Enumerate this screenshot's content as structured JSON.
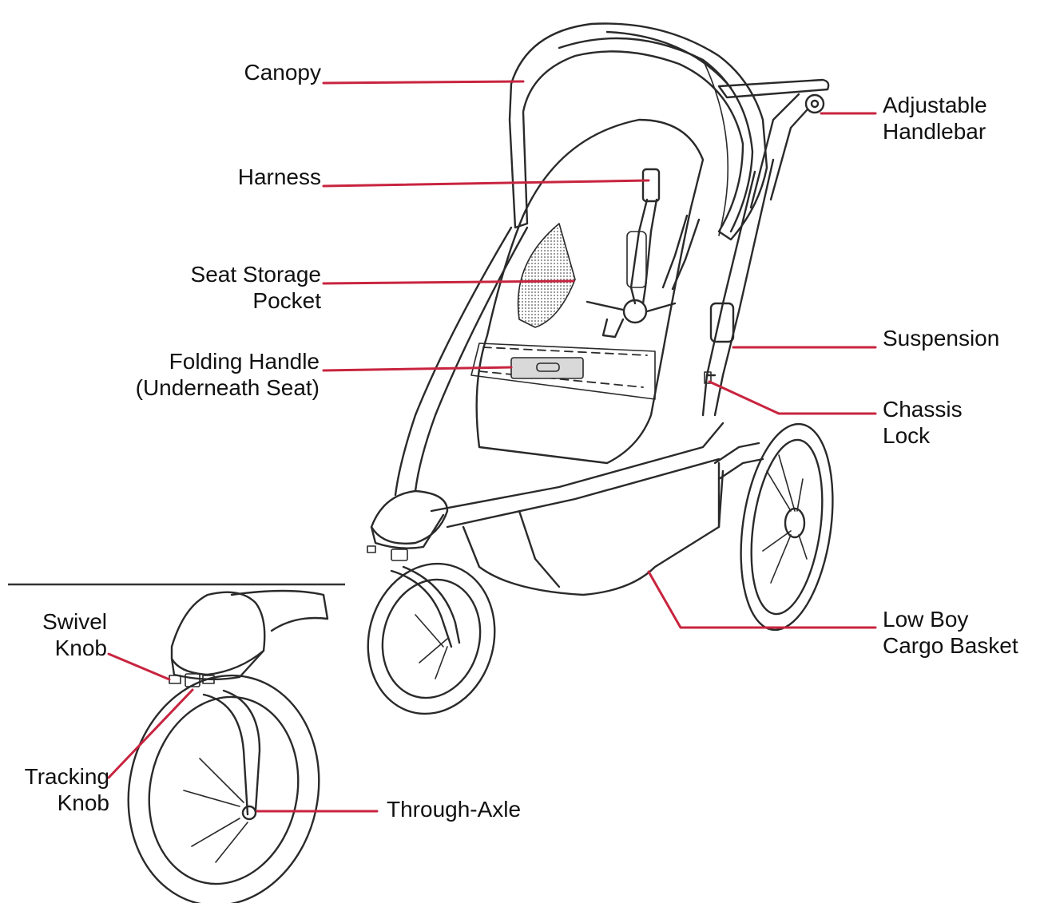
{
  "labels": {
    "canopy": "Canopy",
    "adjustable_handlebar": [
      "Adjustable",
      "Handlebar"
    ],
    "harness": "Harness",
    "seat_storage_pocket": [
      "Seat Storage",
      "Pocket"
    ],
    "folding_handle": [
      "Folding Handle",
      "(Underneath Seat)"
    ],
    "suspension": "Suspension",
    "chassis_lock": [
      "Chassis",
      "Lock"
    ],
    "low_boy_cargo_basket": [
      "Low Boy",
      "Cargo Basket"
    ],
    "swivel_knob": [
      "Swivel",
      "Knob"
    ],
    "tracking_knob": [
      "Tracking",
      "Knob"
    ],
    "through_axle": "Through-Axle"
  },
  "colors": {
    "leader_line": "#c8243f",
    "outline": "#2a2a2a",
    "text": "#111111"
  }
}
